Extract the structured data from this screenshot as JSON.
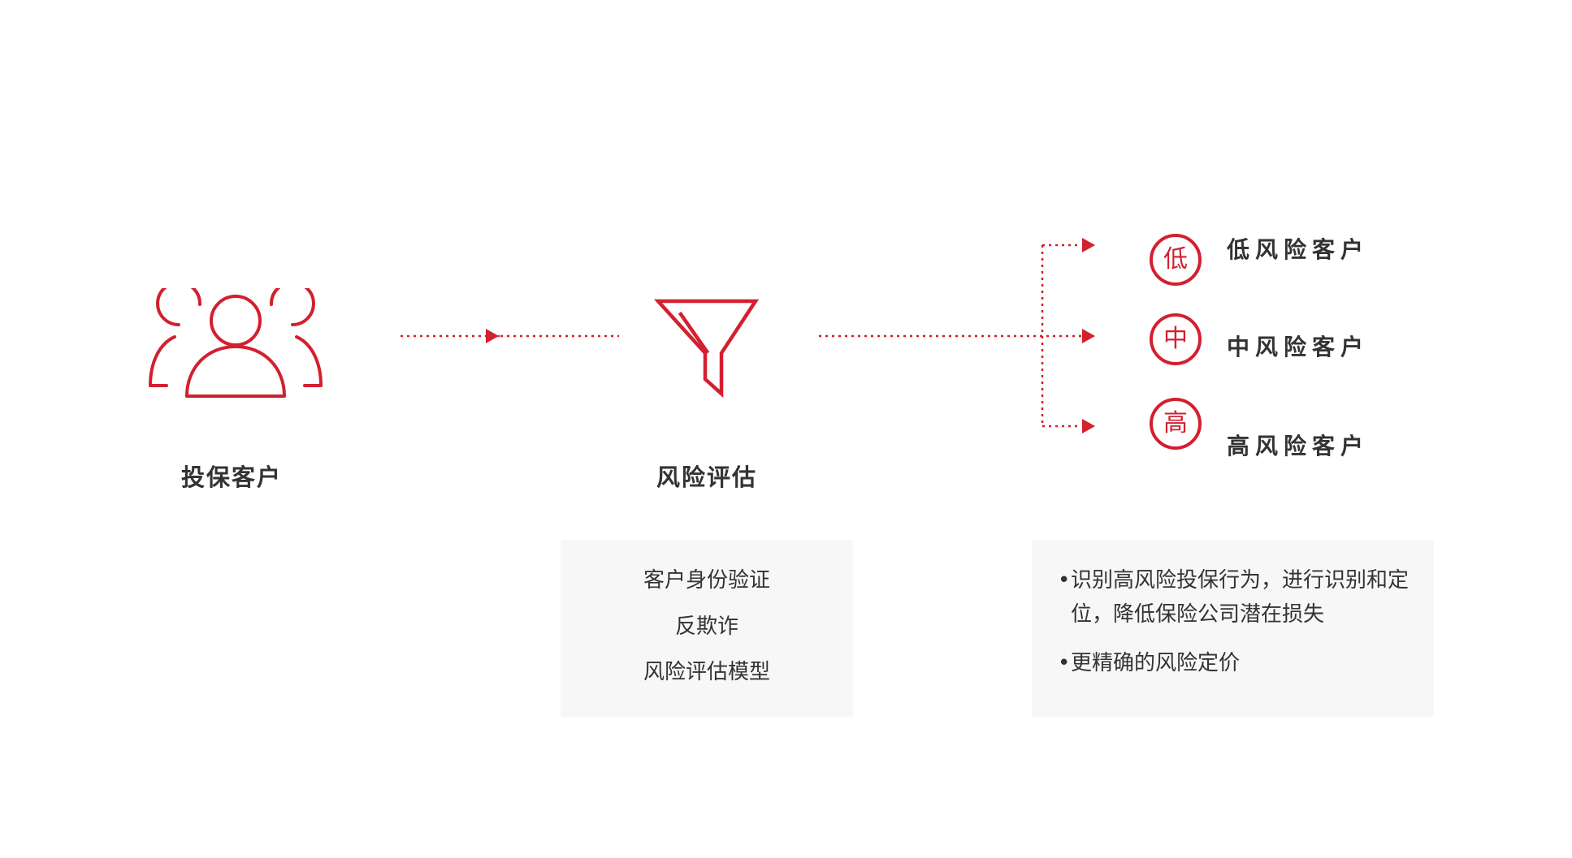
{
  "colors": {
    "accent": "#d2202f",
    "text": "#333333",
    "box_background": "#f7f7f7"
  },
  "steps": [
    {
      "label": "投保客户",
      "icon": "users-icon"
    },
    {
      "label": "风险评估",
      "icon": "funnel-icon"
    }
  ],
  "risk_levels": [
    {
      "badge": "低",
      "label": "低风险客户"
    },
    {
      "badge": "中",
      "label": "中风险客户"
    },
    {
      "badge": "高",
      "label": "高风险客户"
    }
  ],
  "assessment_methods": [
    "客户身份验证",
    "反欺诈",
    "风险评估模型"
  ],
  "outcomes": [
    "识别高风险投保行为，进行识别和定位，降低保险公司潜在损失",
    "更精确的风险定价"
  ],
  "bullet": "•"
}
